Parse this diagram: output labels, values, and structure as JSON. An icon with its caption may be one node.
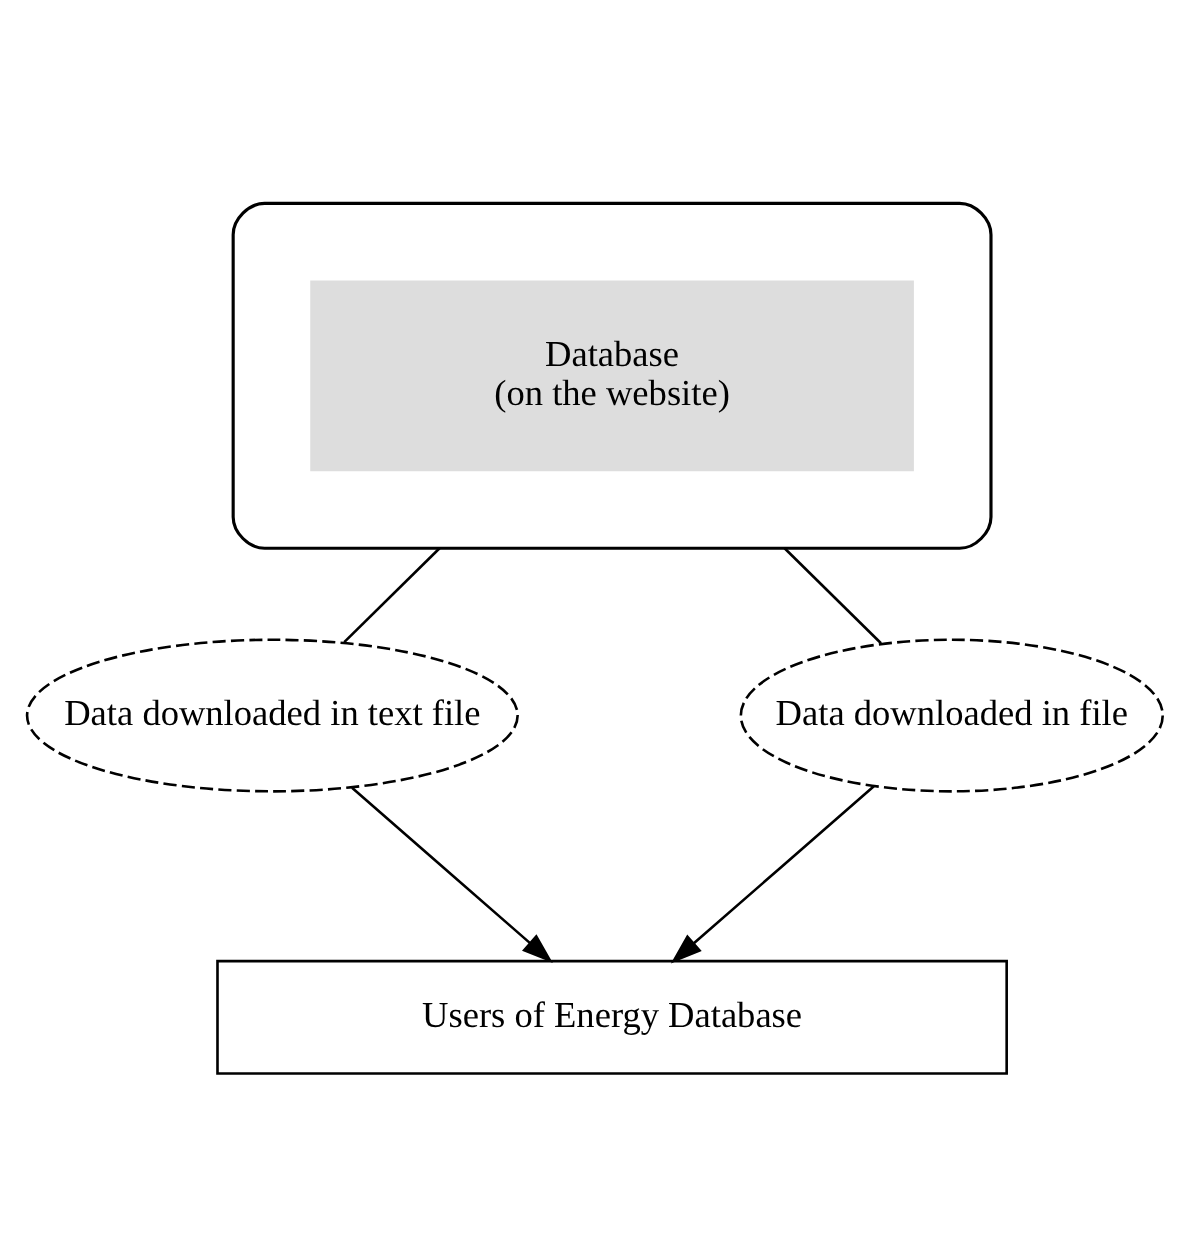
{
  "diagram": {
    "nodes": [
      {
        "text": [],
        "shape": "ellipse"
      },
      {
        "text": [
          "Database",
          "(on the website)"
        ],
        "in": 0
      },
      {
        "text": [
          "Data downloaded in text file"
        ]
      },
      {
        "text": [
          "Data downloaded in file"
        ]
      },
      {
        "text": [
          "Users of Energy Database"
        ]
      }
    ],
    "edges": [
      {
        "from": 0,
        "to": 2,
        "arrow": "none"
      },
      {
        "from": 0,
        "to": 3,
        "arrow": "none"
      },
      {
        "from": 2,
        "to": 4,
        "arrow": "to"
      },
      {
        "from": 3,
        "to": 4,
        "arrow": "to"
      }
    ]
  }
}
